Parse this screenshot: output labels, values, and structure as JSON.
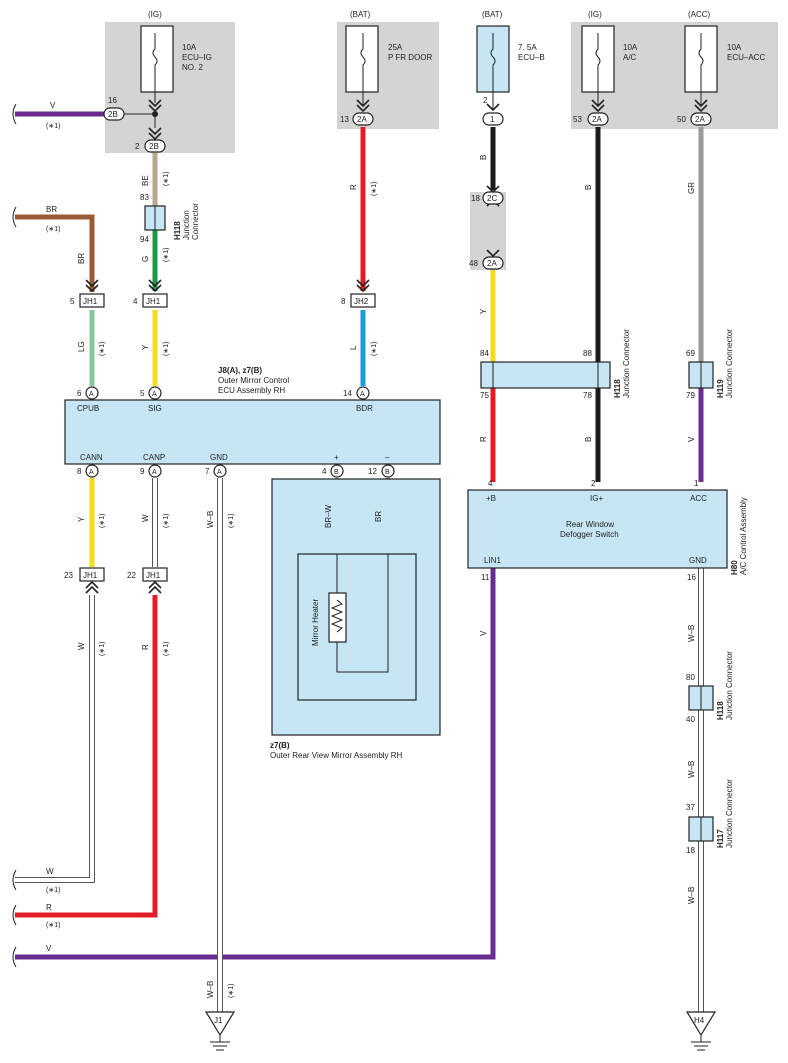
{
  "colors": {
    "V": "#6a2c91",
    "BR": "#9b5a36",
    "BE": "#b8a690",
    "G": "#1a9a48",
    "LG": "#86c79a",
    "Y": "#f5dc1a",
    "R": "#e11c24",
    "L": "#1c9ddb",
    "B": "#1a1a1a",
    "GR": "#9a9a9a",
    "W": "#ffffff",
    "WB": "#ffffff"
  },
  "fuses": {
    "ecu_ig2": {
      "supply": "(IG)",
      "rating": "10A",
      "name1": "ECU–IG",
      "name2": "NO. 2"
    },
    "p_fr_door": {
      "supply": "(BAT)",
      "rating": "25A",
      "name1": "P FR DOOR"
    },
    "ecu_b": {
      "supply": "(BAT)",
      "rating": "7. 5A",
      "name1": "ECU–B"
    },
    "ac": {
      "supply": "(IG)",
      "rating": "10A",
      "name1": "A/C"
    },
    "ecu_acc": {
      "supply": "(ACC)",
      "rating": "10A",
      "name1": "ECU–ACC"
    }
  },
  "connectors": {
    "c2B": "2B",
    "c2A": "2A",
    "c1": "1",
    "c2C": "2C",
    "JH1": "JH1",
    "JH2": "JH2",
    "A": "A",
    "B": "B",
    "J1": "J1",
    "H4": "H4"
  },
  "pins": {
    "p16": "16",
    "p2": "2",
    "p83": "83",
    "p94": "94",
    "p5": "5",
    "p4": "4",
    "p6": "6",
    "p13": "13",
    "p8": "8",
    "p14": "14",
    "p18": "18",
    "p48": "48",
    "p84": "84",
    "p75": "75",
    "p53": "53",
    "p88": "88",
    "p78": "78",
    "p50": "50",
    "p69": "69",
    "p79": "79",
    "p9": "9",
    "p7": "7",
    "p12": "12",
    "p23": "23",
    "p22": "22",
    "p1": "1",
    "p11": "11",
    "p40": "40",
    "p80": "80",
    "p37": "37",
    "p16b": "16"
  },
  "wire_labels": {
    "V": "V",
    "BR": "BR",
    "BE": "BE",
    "G": "G",
    "LG": "LG",
    "Y": "Y",
    "R": "R",
    "L": "L",
    "B": "B",
    "GR": "GR",
    "W": "W",
    "WB": "W–B",
    "BRW": "BR–W",
    "note": "(∗1)"
  },
  "components": {
    "h118": {
      "id": "H118",
      "name1": "Junction",
      "name2": "Connector",
      "name": "Junction Connector"
    },
    "h119": {
      "id": "H119",
      "name": "Junction Connector"
    },
    "h117": {
      "id": "H117",
      "name": "Junction Connector"
    },
    "ecu": {
      "id": "J8(A), z7(B)",
      "name1": "Outer Mirror Control",
      "name2": "ECU Assembly RH",
      "cpub": "CPUB",
      "sig": "SIG",
      "bdr": "BDR",
      "cann": "CANN",
      "canp": "CANP",
      "gnd": "GND",
      "plus": "+",
      "minus": "–"
    },
    "mirror": {
      "id": "z7(B)",
      "name": "Outer Rear View Mirror Assembly RH",
      "heater": "Mirror Heater"
    },
    "defogger": {
      "id": "H80",
      "name": "A/C Control Assembly",
      "name1": "Rear Window",
      "name2": "Defogger Switch",
      "pb": "+B",
      "ig": "IG+",
      "acc": "ACC",
      "lin1": "LIN1",
      "gnd": "GND"
    }
  }
}
